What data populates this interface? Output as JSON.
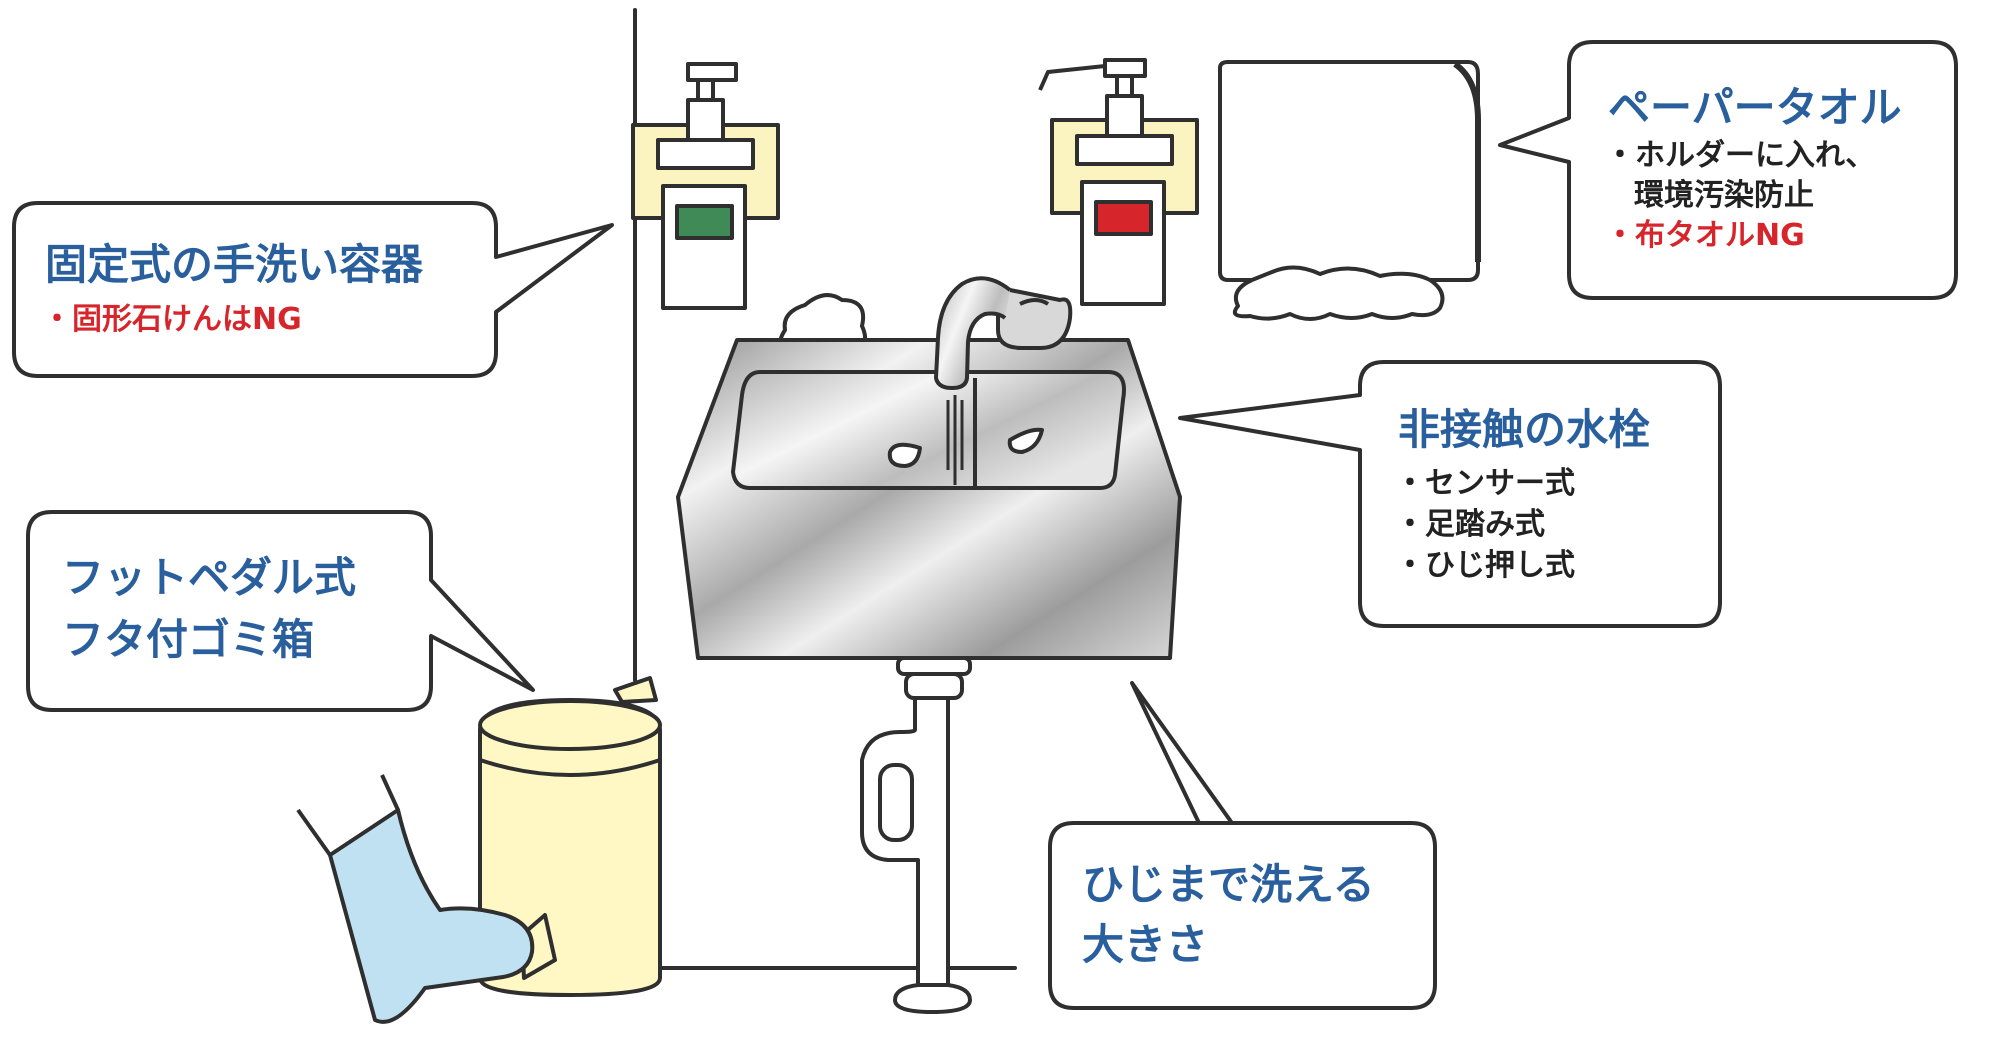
{
  "colors": {
    "heading": "#2a5f9e",
    "body_text": "#222222",
    "warning": "#d7262b",
    "outline": "#2f2f2f",
    "label_green": "#3f8a57",
    "label_red": "#d7262b",
    "holder_fill": "#fbf3c0",
    "bin_fill": "#fff7c4",
    "boot_fill": "#bfe1f2"
  },
  "callouts": {
    "soap_container": {
      "title": "固定式の手洗い容器",
      "note": "・固形石けんはNG"
    },
    "trash_bin": {
      "line1": "フットペダル式",
      "line2": "フタ付ゴミ箱"
    },
    "paper_towel": {
      "title": "ペーパータオル",
      "item1": "・ホルダーに入れ、",
      "item2": "環境汚染防止",
      "note": "・布タオルNG"
    },
    "faucet": {
      "title": "非接触の水栓",
      "items": [
        "・センサー式",
        "・足踏み式",
        "・ひじ押し式"
      ]
    },
    "sink_size": {
      "line1": "ひじまで洗える",
      "line2": "大きさ"
    }
  }
}
